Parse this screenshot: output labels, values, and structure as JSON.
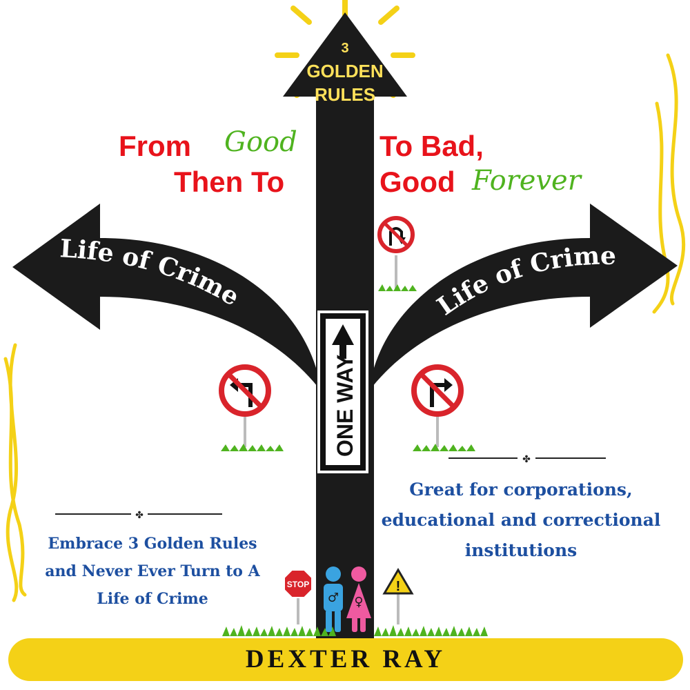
{
  "badge": {
    "line1": "3",
    "line2": "GOLDEN",
    "line3": "RULES"
  },
  "headline": {
    "from": "From",
    "good1": "Good",
    "to_bad": "To Bad,",
    "then_to": "Then To",
    "good2": "Good",
    "forever": "Forever"
  },
  "arrows": {
    "left_label": "Life of Crime",
    "right_label": "Life of Crime"
  },
  "one_way_sign": {
    "label": "ONE WAY"
  },
  "stop_sign": {
    "label": "STOP"
  },
  "warning_sign": {
    "symbol": "!"
  },
  "left_blurb": {
    "line1": "Embrace 3 Golden Rules",
    "line2": "and Never Ever Turn to A",
    "line3": "Life of Crime"
  },
  "right_blurb": {
    "line1": "Great for corporations,",
    "line2": "educational and correctional",
    "line3": "institutions"
  },
  "footer": {
    "author": "DEXTER RAY"
  },
  "colors": {
    "road": "#1b1b1b",
    "gold": "#f4d117",
    "red": "#e8131b",
    "green": "#4fb31f",
    "blue": "#1d4fa0",
    "male": "#3aa3e0",
    "female": "#ef5aa0"
  }
}
